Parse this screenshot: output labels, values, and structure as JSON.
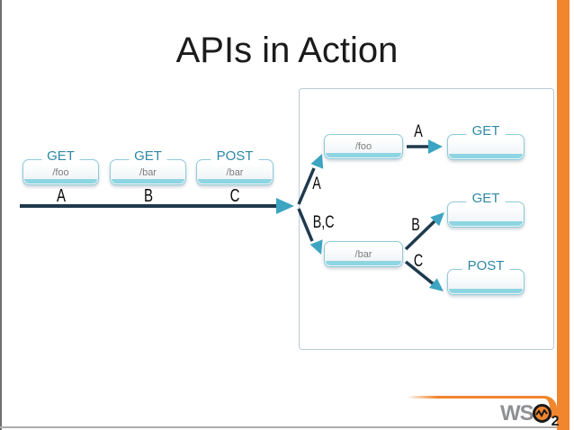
{
  "slide": {
    "title": "APIs in Action"
  },
  "requests": [
    {
      "method": "GET",
      "path": "/foo",
      "label": "A"
    },
    {
      "method": "GET",
      "path": "/bar",
      "label": "B"
    },
    {
      "method": "POST",
      "path": "/bar",
      "label": "C"
    }
  ],
  "gateway": {
    "inbound": {
      "to_foo_label": "A",
      "to_bar_label": "B,C"
    },
    "resources": [
      {
        "path": "/foo"
      },
      {
        "path": "/bar"
      }
    ],
    "routes": [
      {
        "label": "A",
        "method": "GET"
      },
      {
        "label": "B",
        "method": "GET"
      },
      {
        "label": "C",
        "method": "POST"
      }
    ]
  },
  "footer": {
    "logo_text": "WS",
    "page_number": "2"
  },
  "colors": {
    "accent_orange": "#F0862E",
    "arrow_dark": "#1F3A4D",
    "arrowhead_teal": "#3DA5C2",
    "method_text": "#2E89A6",
    "box_border": "#8FCBDA",
    "panel_border": "#B9CBD5"
  }
}
